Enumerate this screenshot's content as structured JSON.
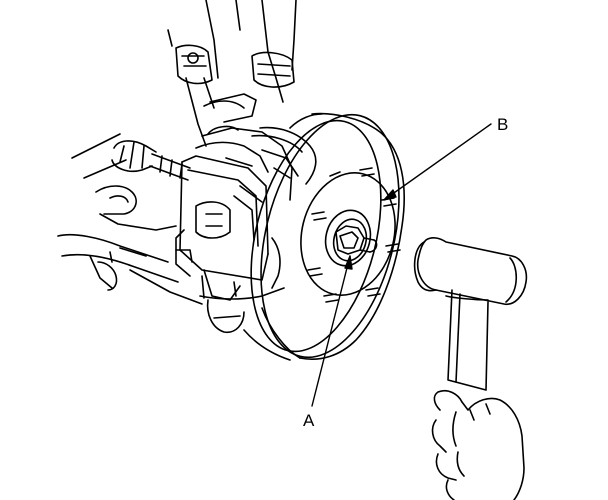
{
  "diagram": {
    "labels": {
      "a": "A",
      "b": "B"
    },
    "components": [
      "hub-spindle-nut",
      "brake-rotor",
      "brake-caliper",
      "strut-assembly",
      "steering-knuckle",
      "drive-shaft",
      "plastic-hammer",
      "hand"
    ],
    "colors": {
      "line": "#000000",
      "background": "#ffffff"
    }
  }
}
